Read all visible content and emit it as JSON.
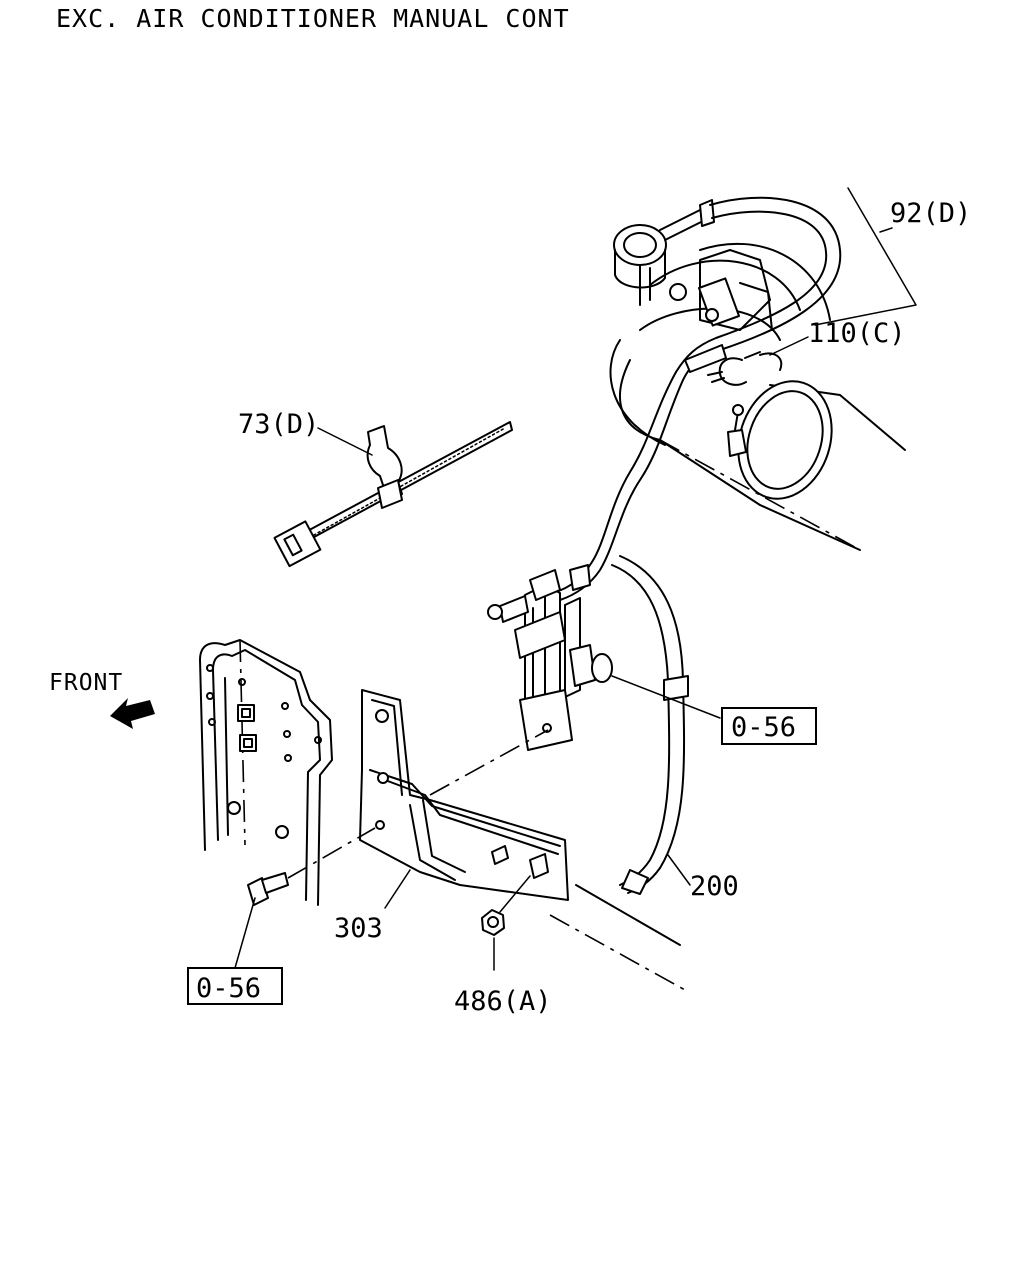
{
  "title": "EXC. AIR CONDITIONER MANUAL CONT",
  "orientation_label": "FRONT",
  "callouts": {
    "p92d": "92(D)",
    "p110c": "110(C)",
    "p73d": "73(D)",
    "ref_top": "0-56",
    "p200": "200",
    "p303": "303",
    "ref_bottom": "0-56",
    "p486a": "486(A)"
  },
  "icons": {
    "front_arrow": "front-arrow-icon"
  }
}
